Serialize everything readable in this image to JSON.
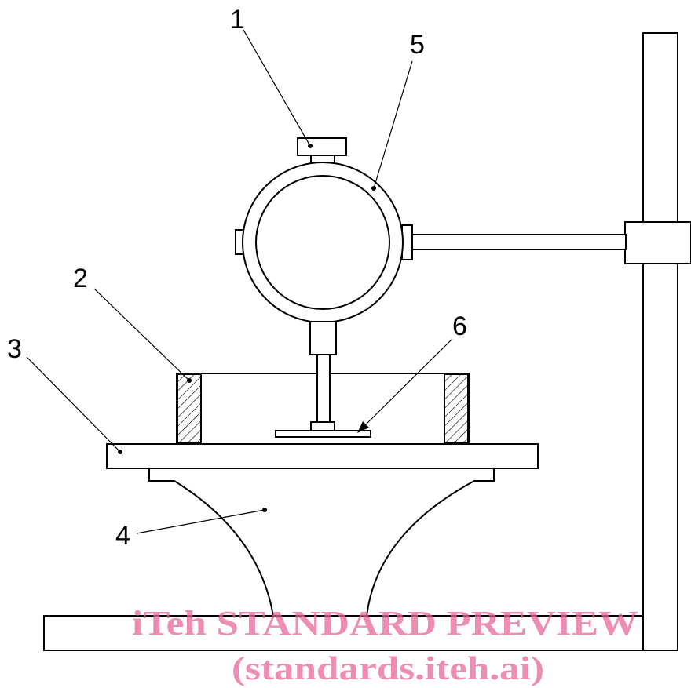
{
  "callouts": [
    {
      "id": "1",
      "label": "1"
    },
    {
      "id": "2",
      "label": "2"
    },
    {
      "id": "3",
      "label": "3"
    },
    {
      "id": "4",
      "label": "4"
    },
    {
      "id": "5",
      "label": "5"
    },
    {
      "id": "6",
      "label": "6"
    }
  ],
  "watermark": {
    "line1": "iTeh STANDARD PREVIEW",
    "line2": "(standards.iteh.ai)",
    "color": "#e8679a"
  }
}
